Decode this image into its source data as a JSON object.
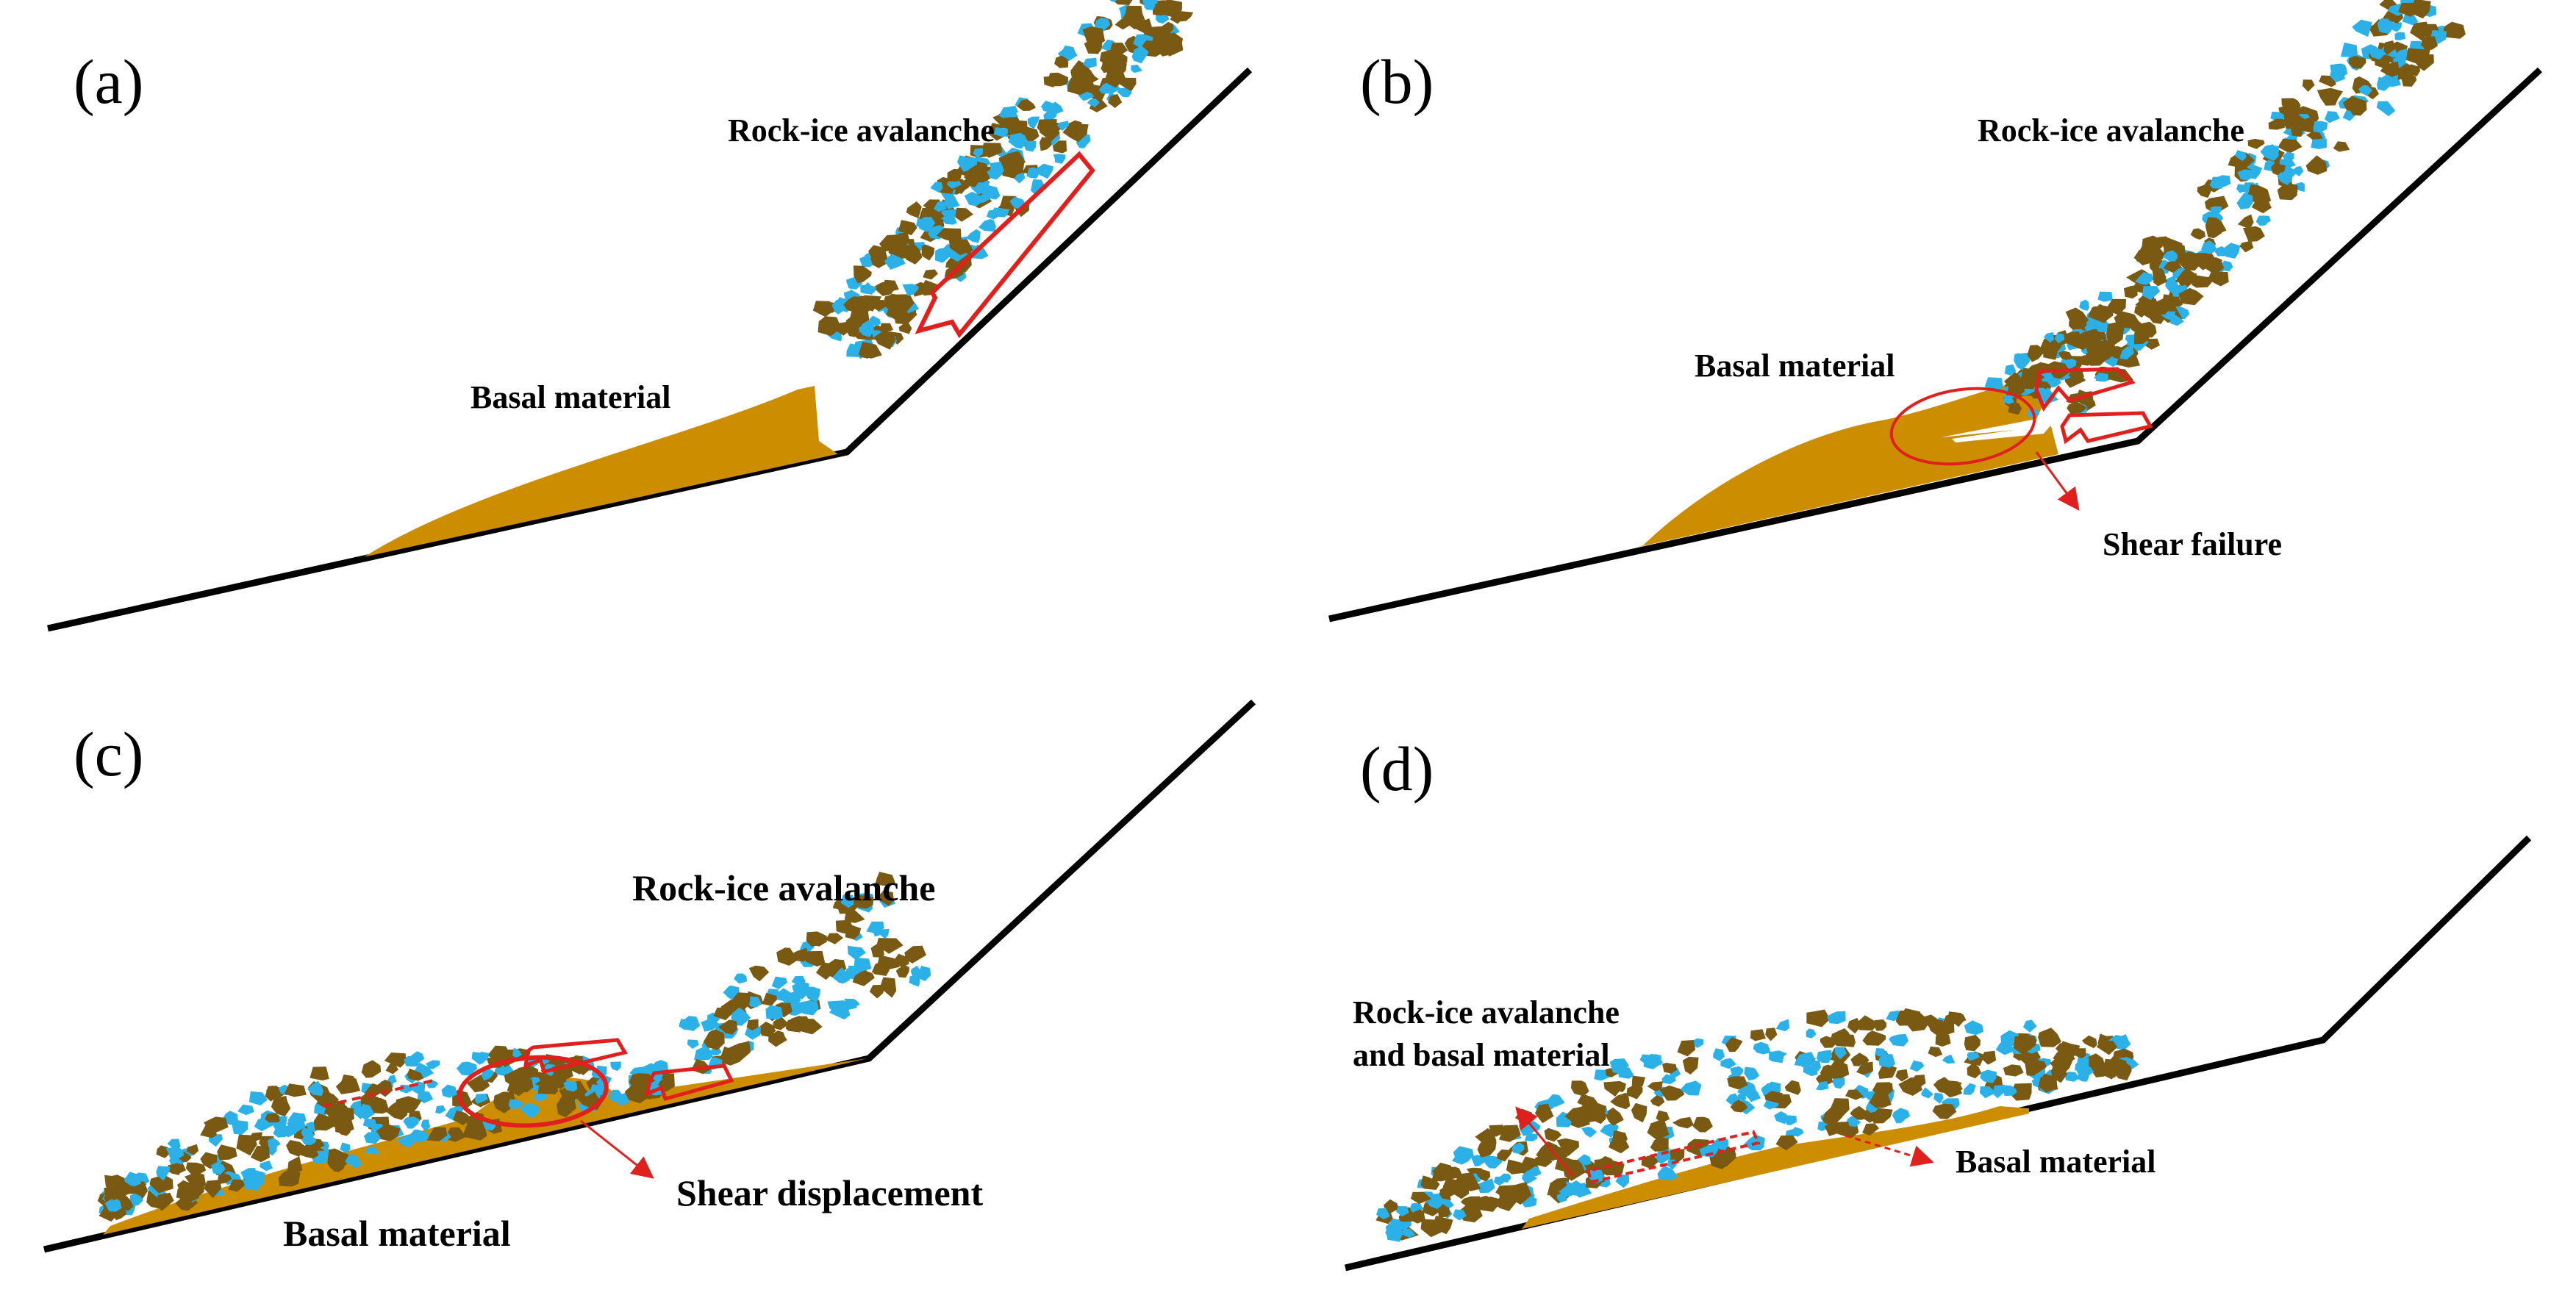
{
  "panels": {
    "a": {
      "label": "(a)",
      "avalanche": "Rock-ice avalanche",
      "basal": "Basal material"
    },
    "b": {
      "label": "(b)",
      "avalanche": "Rock-ice avalanche",
      "basal": "Basal material",
      "failure": "Shear failure"
    },
    "c": {
      "label": "(c)",
      "avalanche": "Rock-ice avalanche",
      "basal": "Basal material",
      "displacement": "Shear displacement"
    },
    "d": {
      "label": "(d)",
      "mixed_line1": "Rock-ice avalanche",
      "mixed_line2": "and basal material",
      "basal": "Basal material"
    }
  },
  "colors": {
    "slope": "#000000",
    "basal": "#cc8d00",
    "rock": "#7a5a12",
    "ice": "#2bb1e8",
    "arrow": "#e0201c"
  }
}
